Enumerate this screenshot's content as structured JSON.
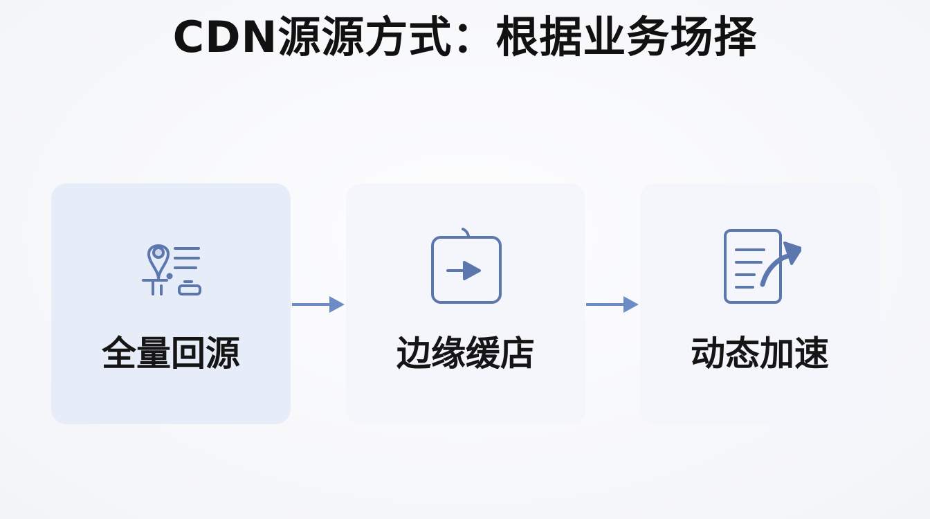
{
  "title": "CDN源源方式：根据业务场择",
  "steps": [
    {
      "label": "全量回源",
      "icon": "location-list-icon",
      "active": true
    },
    {
      "label": "边缘缓店",
      "icon": "edge-box-arrow-icon",
      "active": false
    },
    {
      "label": "动态加速",
      "icon": "document-arrow-icon",
      "active": false
    }
  ],
  "colors": {
    "icon": "#5b77ad",
    "arrow": "#6d8cc6",
    "active_card": "#e6ecf8",
    "card": "#f4f6fb"
  }
}
